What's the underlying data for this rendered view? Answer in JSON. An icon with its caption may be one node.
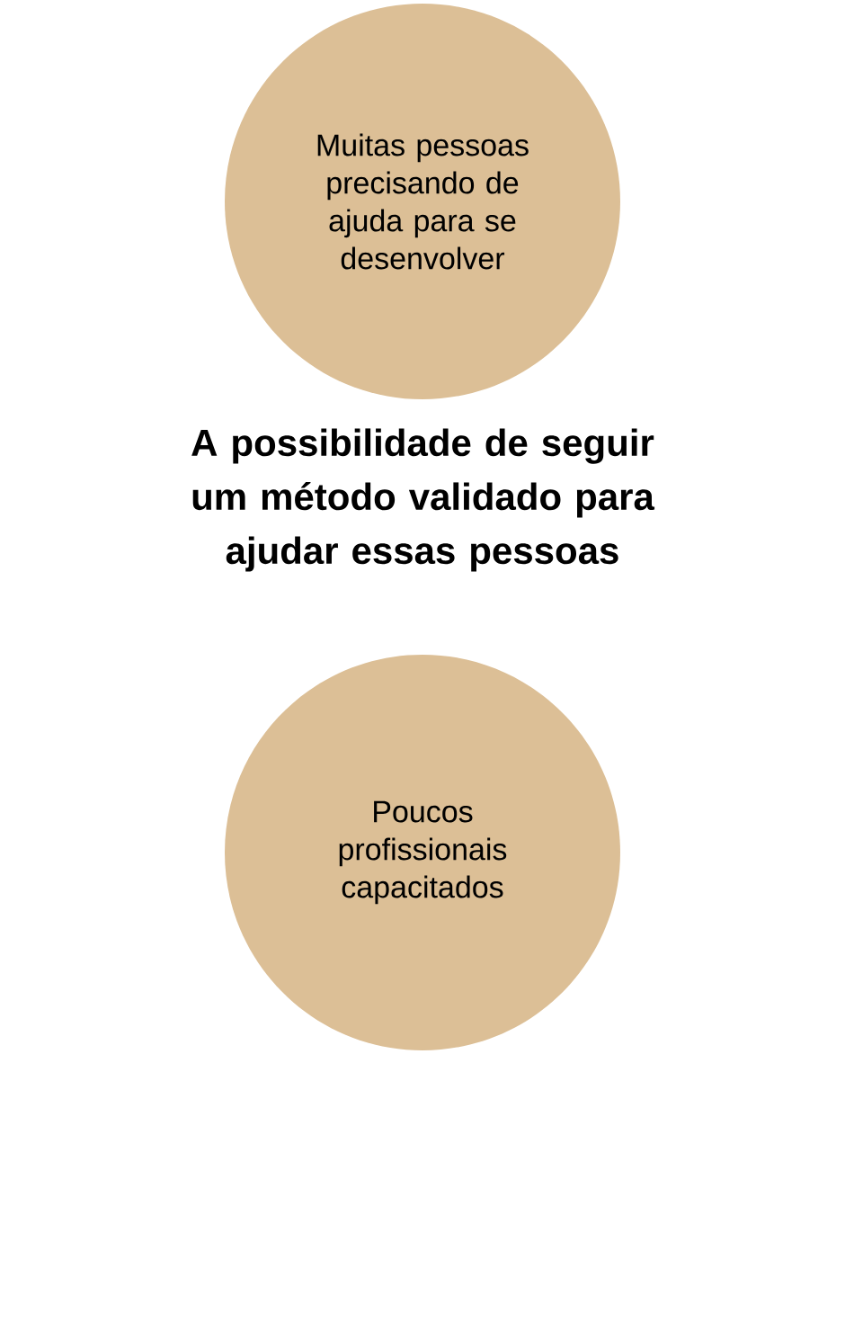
{
  "diagram": {
    "nodes": [
      {
        "text": [
          "Muitas pessoas precisando de ajuda para se desenvolver"
        ]
      },
      {
        "text": [
          "Poucos profissionais capacitados"
        ]
      }
    ],
    "labels": [
      "A possibilidade de seguir um método validado para ajudar essas pessoas"
    ]
  }
}
